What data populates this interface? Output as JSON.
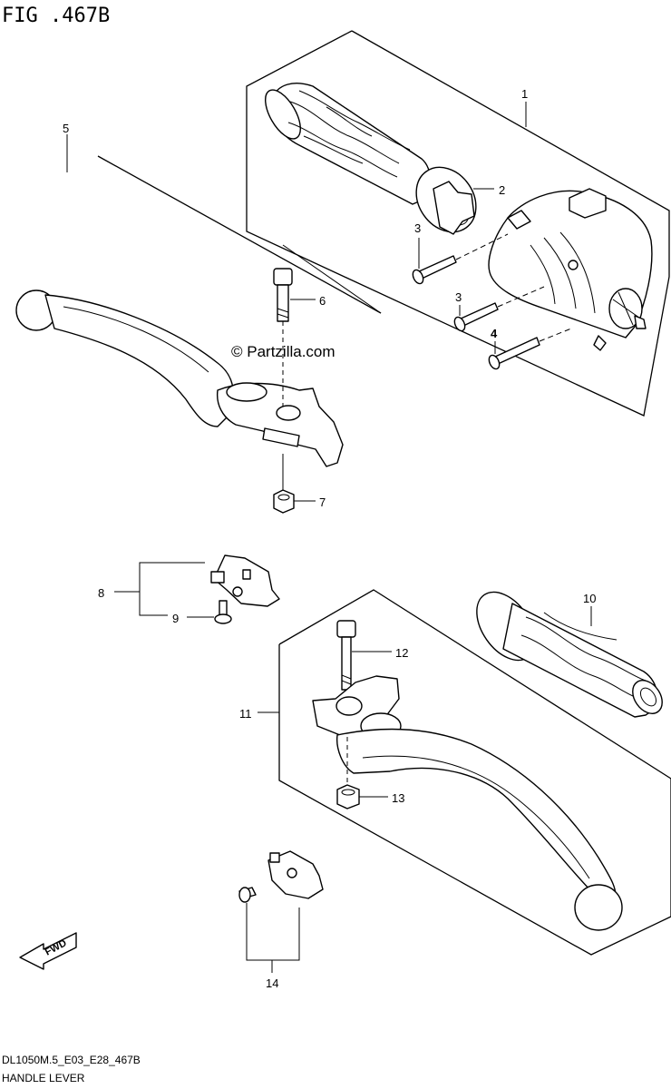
{
  "figure": {
    "title": "FIG .467B",
    "watermark": "© Partzilla.com",
    "footer_code": "DL1050M.5_E03_E28_467B",
    "footer_name": "HANDLE LEVER",
    "fwd_label": "FWD"
  },
  "callouts": {
    "c1": "1",
    "c2": "2",
    "c3a": "3",
    "c3b": "3",
    "c4": "4",
    "c5": "5",
    "c6": "6",
    "c7": "7",
    "c8": "8",
    "c9": "9",
    "c10": "10",
    "c11": "11",
    "c12": "12",
    "c13": "13",
    "c14": "14"
  }
}
